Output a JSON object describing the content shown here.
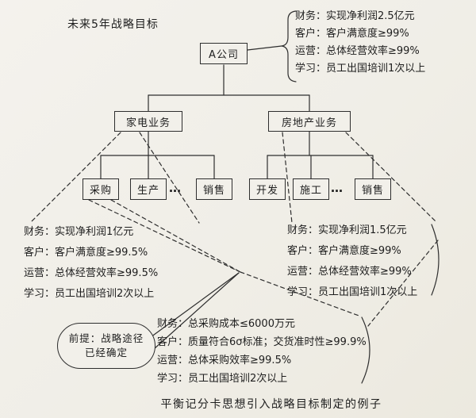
{
  "page": {
    "note_top_left": "未来5年战略目标",
    "caption": "平衡记分卡思想引入战略目标制定的例子"
  },
  "org_chart": {
    "root": {
      "label": "A公司"
    },
    "divisions": [
      {
        "label": "家电业务"
      },
      {
        "label": "房地产业务"
      }
    ],
    "appliance_children": [
      {
        "label": "采购"
      },
      {
        "label": "生产"
      },
      {
        "label": "…"
      },
      {
        "label": "销售"
      }
    ],
    "realestate_children": [
      {
        "label": "开发"
      },
      {
        "label": "施工"
      },
      {
        "label": "…"
      },
      {
        "label": "销售"
      }
    ]
  },
  "scorecards": {
    "company": {
      "lines": [
        "财务：实现净利润2.5亿元",
        "客户：客户满意度≥99%",
        "运营：总体经营效率≥99%",
        "学习：员工出国培训1次以上"
      ]
    },
    "appliance": {
      "lines": [
        "财务：实现净利润1亿元",
        "客户：客户满意度≥99.5%",
        "运营：总体经营效率≥99.5%",
        "学习：员工出国培训2次以上"
      ]
    },
    "realestate": {
      "lines": [
        "财务：实现净利润1.5亿元",
        "客户：客户满意度≥99%",
        "运营：总体经营效率≥99%",
        "学习：员工出国培训1次以上"
      ]
    },
    "procurement": {
      "lines": [
        "财务：总采购成本≤6000万元",
        "客户：质量符合6σ标准；交货准时性≥99.9%",
        "运营：总体采购效率≥99.5%",
        "学习：员工出国培训2次以上"
      ]
    }
  },
  "callout": {
    "premise_line1": "前提：战略途径",
    "premise_line2": "已经确定"
  },
  "colors": {
    "paper": "#f2f0ea",
    "ink": "#1e1e1e",
    "line": "#2e2e2e"
  }
}
